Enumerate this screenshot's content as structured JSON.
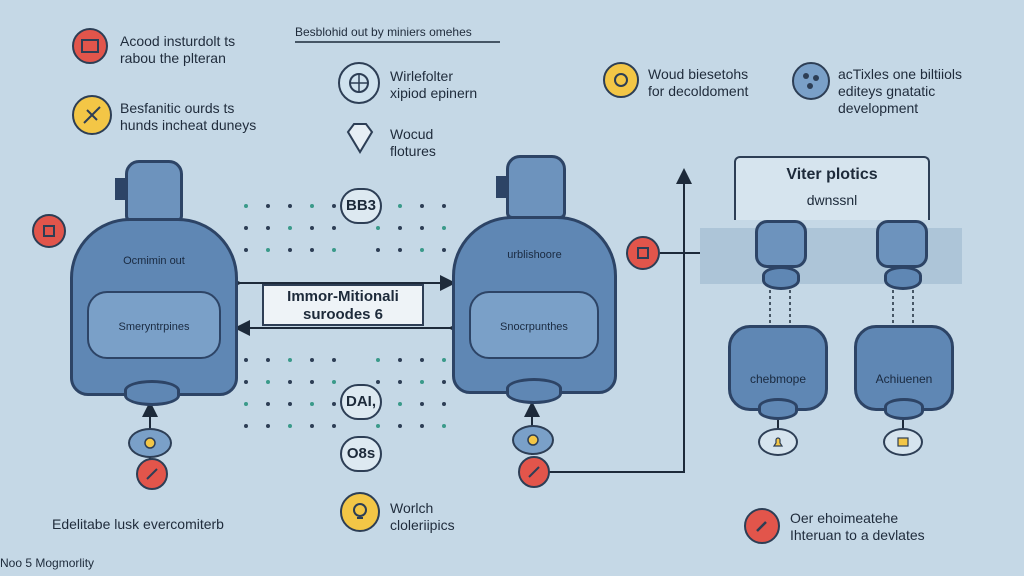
{
  "header": {
    "subtitle": "Besblohid out by miniers omehes"
  },
  "callouts": {
    "top_left_1": "Acood insturdolt ts\nrabou the plteran",
    "top_left_2": "Besfanitic ourds ts\nhunds incheat duneys",
    "center_1": "Wirlefolter\nxipiod epinern",
    "center_2": "Wocud\nflotures",
    "top_right_1": "Woud biesetohs\nfor decoldoment",
    "top_right_2": "acTixles one biltiiols\nediteys gnatatic\ndevelopment",
    "bottom_center": "Worlch\ncloleriipics",
    "bottom_right": "Oer ehoimeatehe\nIhteruan to a devlates",
    "bottom_left": "Edelitabe lusk evercomiterb",
    "footer": "Noo 5 Mogmorlity"
  },
  "center_box": {
    "line1": "Immor-Mitionali",
    "line2": "suroodes 6"
  },
  "pills": [
    "BB3",
    "DAI,",
    "O8s"
  ],
  "tanks": {
    "left": {
      "top_label": "Ocmimin out",
      "window_label": "Smeryntrpines"
    },
    "right": {
      "top_label": "urblishoore",
      "window_label": "Snocrpunthes"
    }
  },
  "panel": {
    "title": "Viter plotics",
    "subtitle": "dwnssnl",
    "tank_a_label": "chebmope",
    "tank_b_label": "Achiuenen"
  },
  "colors": {
    "background": "#c5d8e6",
    "tank": "#5f87b4",
    "red": "#e2554b",
    "yellow": "#f3c646"
  }
}
